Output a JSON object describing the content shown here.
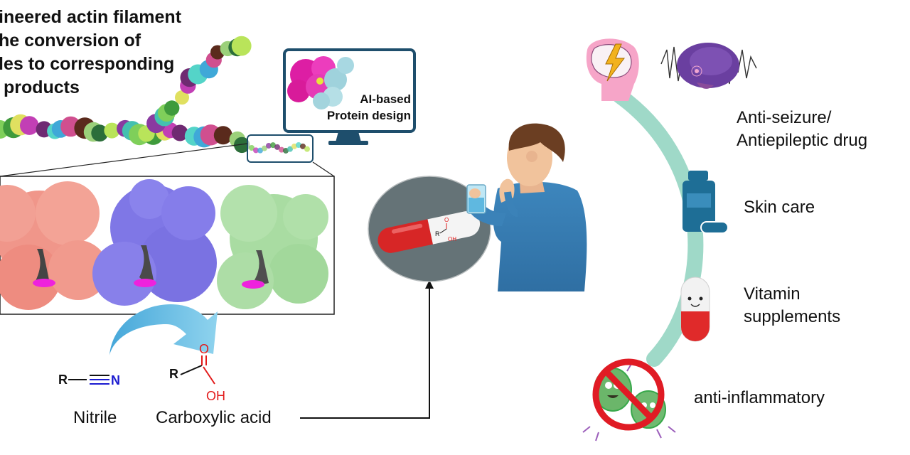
{
  "title": "ineered actin filament\nhe conversion of\nles to corresponding\n products",
  "monitor_label": "AI-based\nProtein design",
  "chem": {
    "nitrile_r": "R",
    "nitrile_n": "N",
    "nitrile_label": "Nitrile",
    "acid_r": "R",
    "acid_o": "O",
    "acid_oh": "OH",
    "acid_label": "Carboxylic acid",
    "capsule_r": "R",
    "capsule_o": "O",
    "capsule_oh": "OH"
  },
  "applications": [
    {
      "id": "antiseizure",
      "label": "Anti-seizure/\nAntiepileptic drug"
    },
    {
      "id": "skincare",
      "label": "Skin care"
    },
    {
      "id": "vitamin",
      "label": "Vitamin\nsupplements"
    },
    {
      "id": "antiinflammatory",
      "label": "anti-inflammatory"
    }
  ],
  "colors": {
    "arc": "#9fd9c8",
    "arrow": "#5bb6dd",
    "subunit_1": "#f0968a",
    "subunit_2": "#7f77e6",
    "subunit_3": "#a9dca2",
    "ligand": "#ee22dd",
    "capsule_red": "#d72626",
    "circle_bg": "#657377",
    "monitor": "#1e4e6c",
    "bottle": "#1e6e96",
    "shirt": "#3b82b8",
    "nitrile_n": "#1a1ad0",
    "acid_o": "#e21b1b",
    "prohibit": "#e01b24",
    "brain_purple": "#6a3fa0"
  }
}
